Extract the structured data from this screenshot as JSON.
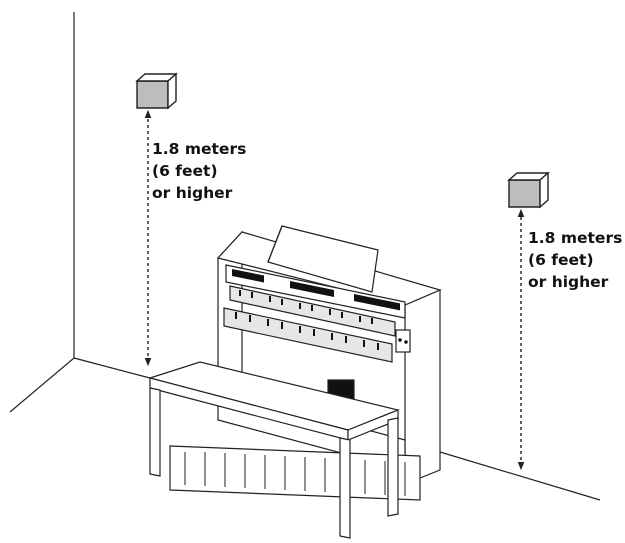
{
  "left_speaker": {
    "height_line1": "1.8 meters",
    "height_line2": "(6 feet)",
    "height_line3": "or higher"
  },
  "right_speaker": {
    "height_line1": "1.8 meters",
    "height_line2": "(6 feet)",
    "height_line3": "or higher"
  },
  "colors": {
    "line": "#222222",
    "speaker_face": "#bdbdbd",
    "speaker_side": "#ffffff",
    "dark_part": "#111111"
  },
  "icons": [
    "wall-corner",
    "speaker-icon",
    "organ-console-icon",
    "organ-bench-icon",
    "height-arrow-icon"
  ]
}
